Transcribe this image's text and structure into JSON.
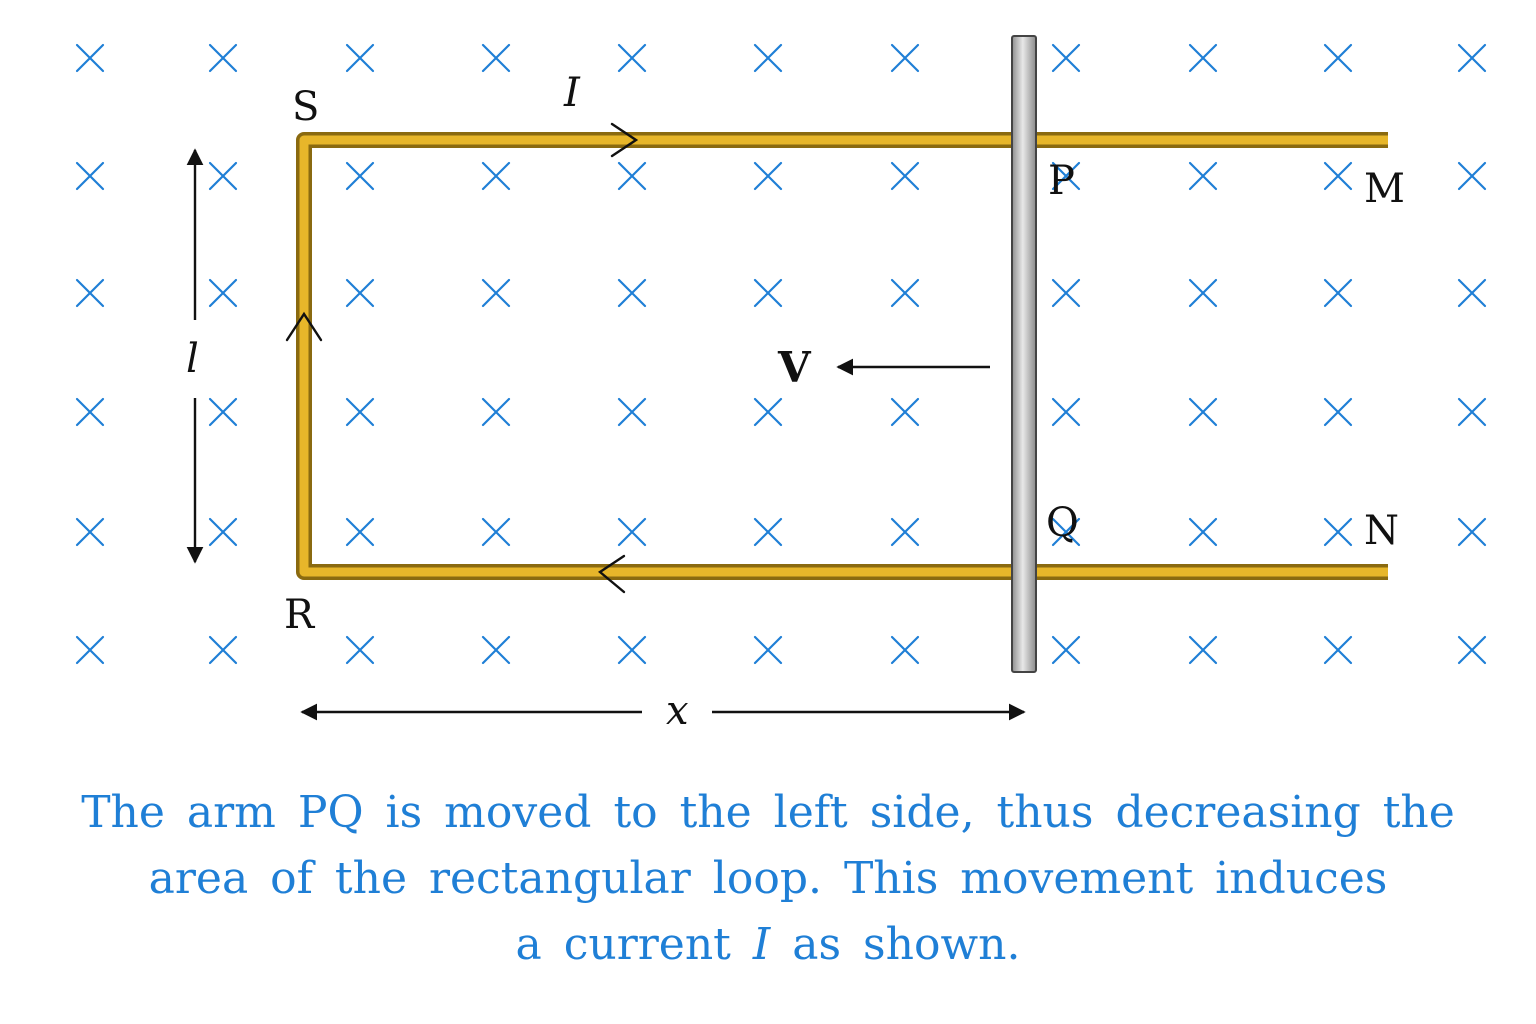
{
  "colors": {
    "field": "#1f7fd6",
    "caption": "#1f7fd6",
    "wire": "#e7b62a",
    "wire_dark": "#8a6a10",
    "rod": "#c8c8c8",
    "ink": "#111111"
  },
  "field": {
    "symbol": "cross-icon",
    "direction": "into page"
  },
  "labels": {
    "S": "S",
    "R": "R",
    "P": "P",
    "Q": "Q",
    "M": "M",
    "N": "N",
    "current": "I",
    "length": "l",
    "velocity": "V",
    "distance": "x"
  },
  "caption": {
    "line1": "The arm PQ is moved to the left side, thus decreasing the",
    "line2": "area of the rectangular loop. This movement induces",
    "line3_a": "a current",
    "line3_i": "I",
    "line3_b": "as shown."
  }
}
